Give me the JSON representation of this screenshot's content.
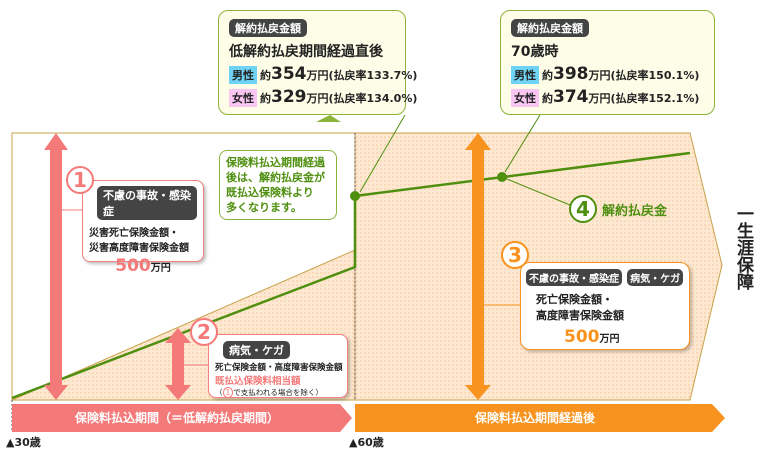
{
  "callouts": [
    {
      "tag": "解約払戻金額",
      "title": "低解約払戻期間経過直後",
      "male_label": "男性",
      "male_prefix": "約",
      "male_amount": "354",
      "male_unit": "万円",
      "male_rate": "(払戻率133.7%)",
      "female_label": "女性",
      "female_prefix": "約",
      "female_amount": "329",
      "female_unit": "万円",
      "female_rate": "(払戻率134.0%)"
    },
    {
      "tag": "解約払戻金額",
      "title": "70歳時",
      "male_label": "男性",
      "male_prefix": "約",
      "male_amount": "398",
      "male_unit": "万円",
      "male_rate": "(払戻率150.1%)",
      "female_label": "女性",
      "female_prefix": "約",
      "female_amount": "374",
      "female_unit": "万円",
      "female_rate": "(払戻率152.1%)"
    }
  ],
  "note": {
    "line1": "保険料払込期間経過",
    "line2": "後は、解約払戻金が",
    "line3": "既払込保険料より",
    "line4": "多くなります。"
  },
  "item1": {
    "num": "1",
    "tag": "不慮の事故・感染症",
    "line1": "災害死亡保険金額・",
    "line2": "災害高度障害保険金額",
    "amount": "500",
    "unit": "万円"
  },
  "item2": {
    "num": "2",
    "tag": "病気・ケガ",
    "line1": "死亡保険金額・高度障害保険金額",
    "line2": "既払込保険料相当額",
    "line3_pre": "（",
    "line3_circ": "1",
    "line3_post": "で支払われる場合を除く）"
  },
  "item3": {
    "num": "3",
    "tag1": "不慮の事故・感染症",
    "tag2": "病気・ケガ",
    "line1": "死亡保険金額・",
    "line2": "高度障害保険金額",
    "amount": "500",
    "unit": "万円"
  },
  "item4": {
    "num": "4",
    "label": "解約払戻金"
  },
  "lifetime": "一生涯保障",
  "periods": {
    "left": "保険料払込期間（＝低解約払戻期間）",
    "right": "保険料払込期間経過後"
  },
  "ages": {
    "start": "▲30歳",
    "end": "▲60歳"
  },
  "colors": {
    "pink": "#f47a7a",
    "orange": "#f7931e",
    "green": "#4f8f0f",
    "beige": "#fde6cf",
    "male": "#6fd3f5",
    "female": "#f9c6f2"
  }
}
